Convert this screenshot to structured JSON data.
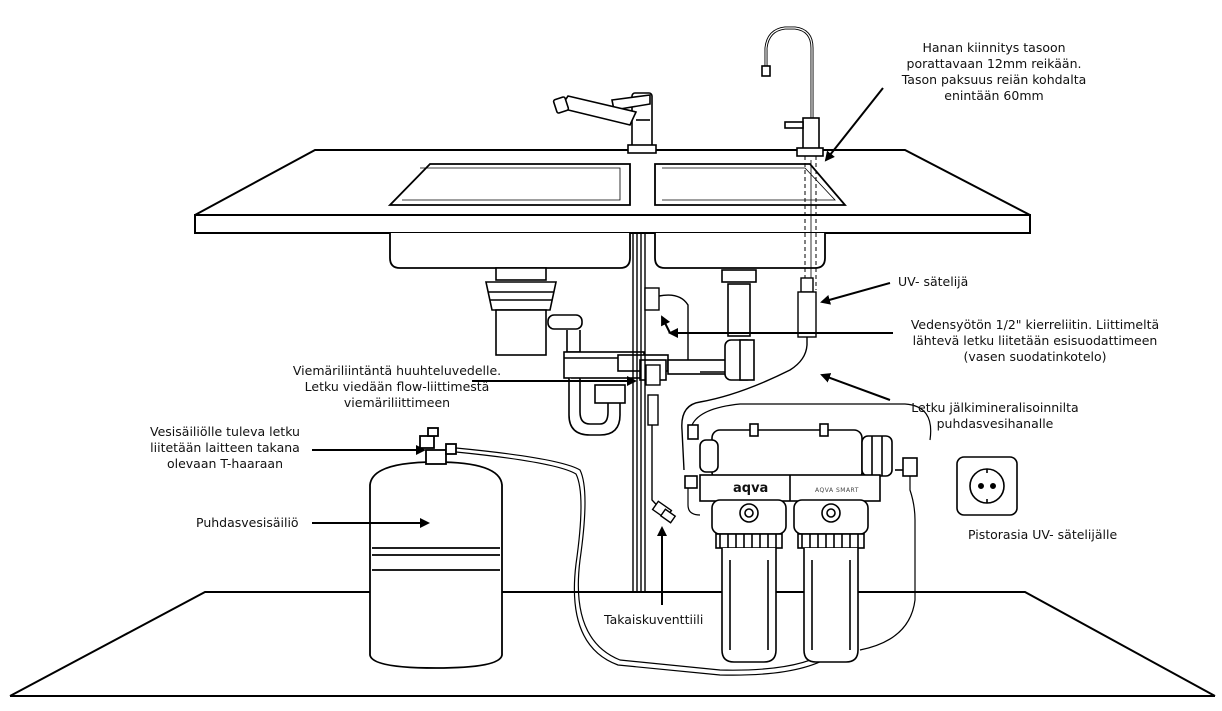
{
  "labels": {
    "faucet_mount": "Hanan kiinnitys tasoon\nporattavaan 12mm reikään.\nTason paksuus reiän kohdalta\nenintään 60mm",
    "uv_sterilizer": "UV- sätelijä",
    "water_inlet": "Vedensyötön 1/2\" kierreliitin. Liittimeltä\nlähtevä letku liitetään esisuodattimeen\n(vasen suodatinkotelo)",
    "drain_connection": "Viemäriliintäntä huuhteluvedelle.\nLetku viedään flow-liittimestä\nviemäriliittimeen",
    "remineralization_hose": "Letku jälkimineralisoinnilta\npuhdasvesihanalle",
    "tank_hose": "Vesisäiliölle tuleva letku\nliitetään laitteen takana\nolevaan T-haaraan",
    "clean_water_tank": "Puhdasvesisäiliö",
    "check_valve": "Takaiskuventtiili",
    "socket_uv": "Pistorasia UV- sätelijälle"
  },
  "device": {
    "brand": "aqva",
    "model": "AQVA SMART"
  },
  "icons": [
    "power-socket-icon"
  ]
}
